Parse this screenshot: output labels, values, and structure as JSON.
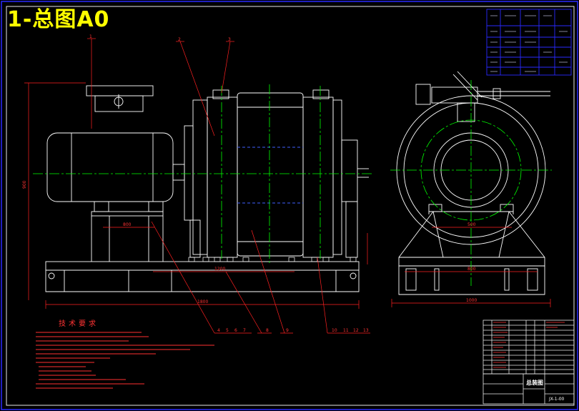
{
  "drawing": {
    "title": "1-总图A0",
    "tech_req_title": "技术要求",
    "balloons_top": [
      "1",
      "2",
      "3"
    ],
    "balloons_bottom_group1": [
      "4",
      "5",
      "6",
      "7",
      "8"
    ],
    "balloons_bottom_group2": [
      "10",
      "11",
      "12",
      "13"
    ],
    "balloon_bottom_single": "9",
    "title_block_name": "总装图",
    "title_block_code": "JX-1-00"
  },
  "colors": {
    "background": "#000000",
    "outline": "#ffffff",
    "centerline": "#00ff00",
    "dimension": "#ff0000",
    "border": "#0000ff",
    "title": "#ffff00",
    "hidden": "#4040ff"
  }
}
